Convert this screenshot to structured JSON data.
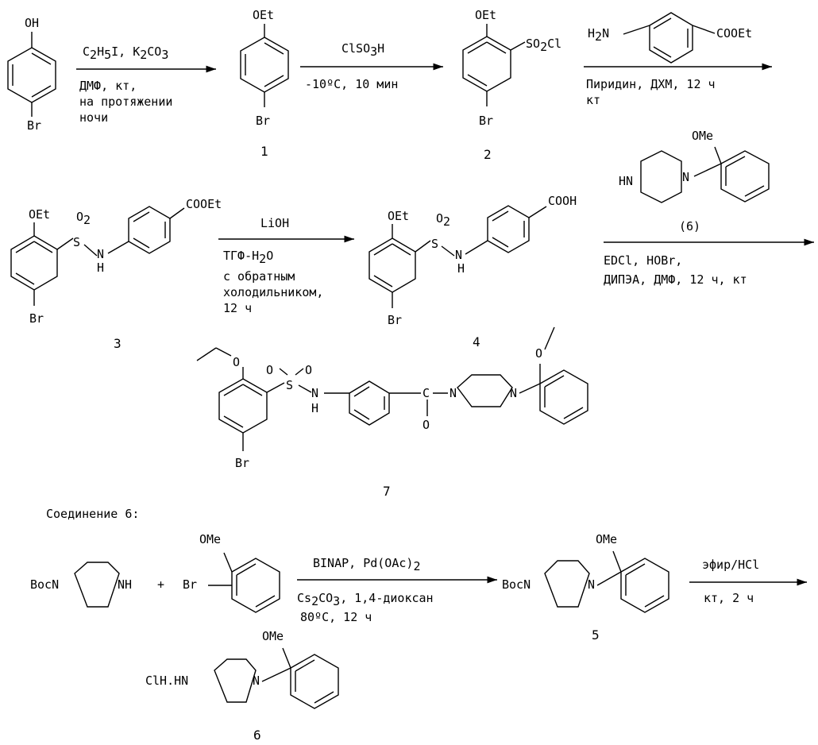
{
  "scheme": {
    "compound_labels": [
      "1",
      "2",
      "3",
      "4",
      "7",
      "5",
      "6"
    ],
    "reagent_label_6": "(6)",
    "section_title": "Соединение 6:",
    "labels": {
      "oh": "OH",
      "br": "Br",
      "oet": "OEt",
      "ome": "OMe",
      "so2cl": "SO2Cl",
      "so2_o2": "O2",
      "s": "S",
      "nh_n": "N",
      "nh_h": "H",
      "cooet": "COOEt",
      "cooh": "COOH",
      "h2n": "H2N",
      "hn": "HN",
      "n": "N",
      "nh": "NH",
      "bocn": "BocN",
      "clh_hn": "ClH.HN",
      "plus": "+",
      "o": "O",
      "c": "C"
    },
    "steps": {
      "step1": {
        "above": "C2H5I, K2CO3",
        "below": [
          "ДМФ, кт,",
          "на протяжении",
          "ночи"
        ]
      },
      "step2": {
        "above": "ClSO3H",
        "below": [
          "-10ºC, 10 мин"
        ]
      },
      "step3": {
        "below": [
          "Пиридин, ДХМ, 12 ч",
          "кт"
        ]
      },
      "step4": {
        "above": "LiOH",
        "below": [
          "ТГФ-H2O",
          "с обратным",
          "холодильником,",
          "12 ч"
        ]
      },
      "step5": {
        "below": [
          "EDCl, HOBr,",
          "ДИПЭА, ДМФ, 12 ч, кт"
        ]
      },
      "step6": {
        "above": "BINAP, Pd(OAc)2",
        "below": [
          "Cs2CO3, 1,4-диоксан",
          "80ºC, 12 ч"
        ]
      },
      "step7": {
        "above": "эфир/HCl",
        "below": [
          "кт, 2 ч"
        ]
      }
    }
  }
}
